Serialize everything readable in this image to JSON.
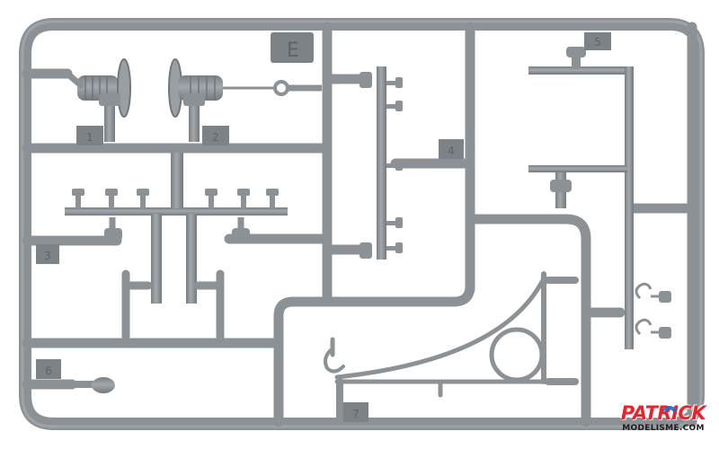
{
  "sprue": {
    "letter": "E",
    "part_numbers": [
      "1",
      "2",
      "3",
      "4",
      "5",
      "6",
      "7"
    ]
  },
  "colors": {
    "background": "#ffffff",
    "plastic": "#8c9195",
    "plastic_dark": "#6f7478",
    "plastic_light": "#a9aeb2",
    "tag": "#7d8286",
    "watermark_red": "#e8232b",
    "watermark_dark": "#1d1d1d"
  },
  "watermark": {
    "brand": "PATRICK",
    "site": "MODELISME.COM"
  }
}
